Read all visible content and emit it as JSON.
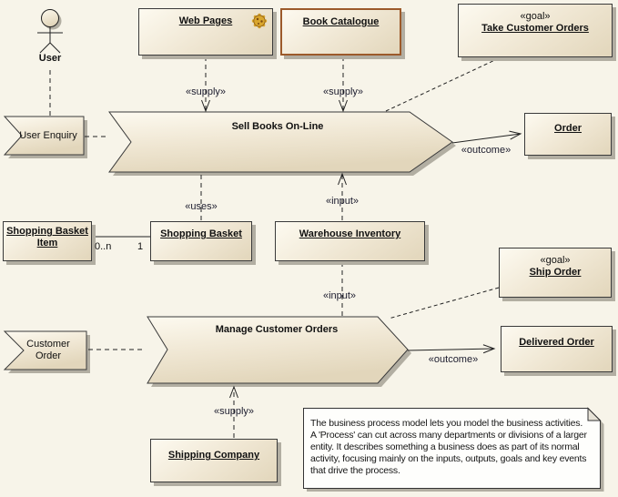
{
  "colors": {
    "background": "#F7F4E9",
    "element_fill_light": "#FDFAF0",
    "element_fill_dark": "#E2D6BB",
    "element_border": "#3A3A3A",
    "highlight_border": "#9C5A2B",
    "shadow": "#B2AEA2",
    "note_fill": "#FEFEFC",
    "connector": "#222222"
  },
  "actor": {
    "label": "User"
  },
  "elements": {
    "web_pages": {
      "label": "Web Pages",
      "icon": "gear-icon"
    },
    "book_catalogue": {
      "label": "Book Catalogue"
    },
    "take_customer_orders": {
      "stereotype": "«goal»",
      "label": "Take Customer Orders"
    },
    "order": {
      "label": "Order"
    },
    "user_enquiry": {
      "label": "User Enquiry"
    },
    "sell_books_online": {
      "label": "Sell Books On-Line"
    },
    "shopping_basket_item": {
      "label": "Shopping Basket Item"
    },
    "shopping_basket": {
      "label": "Shopping Basket"
    },
    "warehouse_inventory": {
      "label": "Warehouse Inventory"
    },
    "ship_order": {
      "stereotype": "«goal»",
      "label": "Ship Order"
    },
    "manage_customer_orders": {
      "label": "Manage Customer Orders"
    },
    "customer_order": {
      "label": "Customer Order"
    },
    "delivered_order": {
      "label": "Delivered Order"
    },
    "shipping_company": {
      "label": "Shipping Company"
    }
  },
  "connectors": {
    "supply_web_pages": {
      "label": "«supply»"
    },
    "supply_book_catalogue": {
      "label": "«supply»"
    },
    "supply_shipping_company": {
      "label": "«supply»"
    },
    "uses": {
      "label": "«uses»"
    },
    "input_warehouse_to_sell": {
      "label": "«input»"
    },
    "input_manage_to_warehouse": {
      "label": "«input»"
    },
    "outcome_order": {
      "label": "«outcome»"
    },
    "outcome_delivered": {
      "label": "«outcome»"
    },
    "basket_association": {
      "source_multiplicity": "0..n",
      "target_multiplicity": "1"
    }
  },
  "note": {
    "text": "The business process model lets you model the business activities. A 'Process' can cut across many departments or divisions of a larger entity. It describes something a business does as part of its normal activity, focusing mainly on the inputs, outputs, goals and key events that drive the process."
  }
}
